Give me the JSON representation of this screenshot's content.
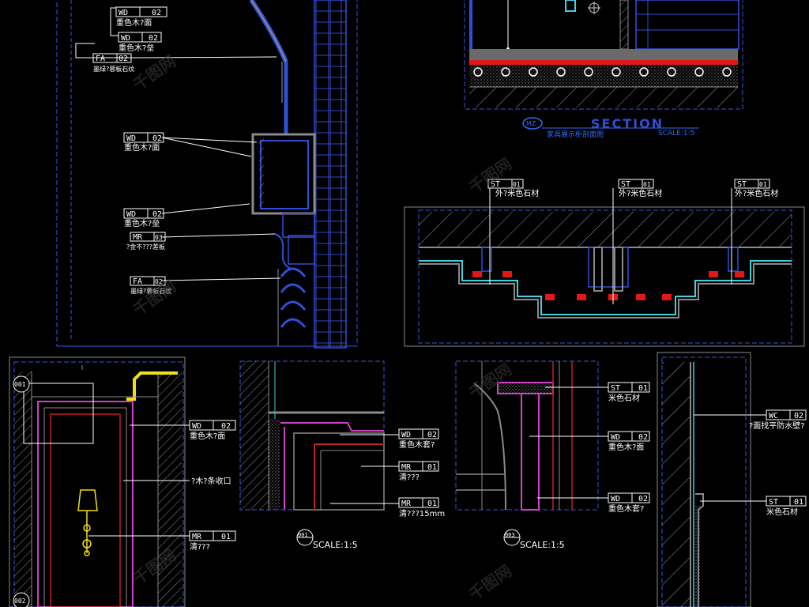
{
  "tags": {
    "t1": {
      "code": "WD",
      "num": "02",
      "text": "重色木?面"
    },
    "t2": {
      "code": "WD",
      "num": "02",
      "text": "重色木?垒"
    },
    "t3": {
      "code": "FA",
      "num": "02",
      "text": "墨绿?蓉板石纹"
    },
    "t4": {
      "code": "WD",
      "num": "02",
      "text": "重色木?面"
    },
    "t5": {
      "code": "WD",
      "num": "02",
      "text": "重色木?垒"
    },
    "t6": {
      "code": "MR",
      "num": "03",
      "text": "?金不???差板"
    },
    "t7": {
      "code": "FA",
      "num": "02",
      "text": "墨绿?蓉板石纹"
    },
    "st1": {
      "code": "ST",
      "num": "01",
      "text": "外?米色石材"
    },
    "st2": {
      "code": "ST",
      "num": "01",
      "text": "外?米色石材"
    },
    "st3": {
      "code": "ST",
      "num": "01",
      "text": "外?米色石材"
    },
    "b1": {
      "code": "WD",
      "num": "02",
      "text": "重色木?面"
    },
    "b2": {
      "text": "?木?条收口"
    },
    "b3": {
      "code": "MR",
      "num": "01",
      "text": "清???"
    },
    "c1": {
      "code": "WD",
      "num": "02",
      "text": "重色木套?"
    },
    "c2": {
      "code": "MR",
      "num": "01",
      "text": "清???"
    },
    "c3": {
      "code": "MR",
      "num": "01",
      "text": "清???15mm"
    },
    "d1": {
      "code": "ST",
      "num": "01",
      "text": "米色石材"
    },
    "d2": {
      "code": "WD",
      "num": "02",
      "text": "重色木?面"
    },
    "d3": {
      "code": "WD",
      "num": "02",
      "text": "重色木套?"
    },
    "e1": {
      "code": "WC",
      "num": "02",
      "text": "?面找平防水壁?"
    },
    "e2": {
      "code": "ST",
      "num": "01",
      "text": "米色石材"
    }
  },
  "section": {
    "title": "SECTION",
    "subtitle": "家具展示柜剖面图",
    "scale": "SCALE:1:5",
    "mark": "MZ"
  },
  "details": {
    "d001": {
      "id": "001",
      "scale": "SCALE:1:5"
    },
    "d003": {
      "id": "003",
      "scale": "SCALE:1:5"
    },
    "callout001": "001",
    "callout002": "002"
  },
  "colors": {
    "blue": "#2f4fd8",
    "dash": "#3a55e0",
    "white": "#ffffff",
    "magenta": "#d040c8",
    "red": "#e01818",
    "yellow": "#f0e010",
    "cyan": "#40d0e0",
    "gray": "#8a8a8a"
  },
  "watermark": "千图网"
}
